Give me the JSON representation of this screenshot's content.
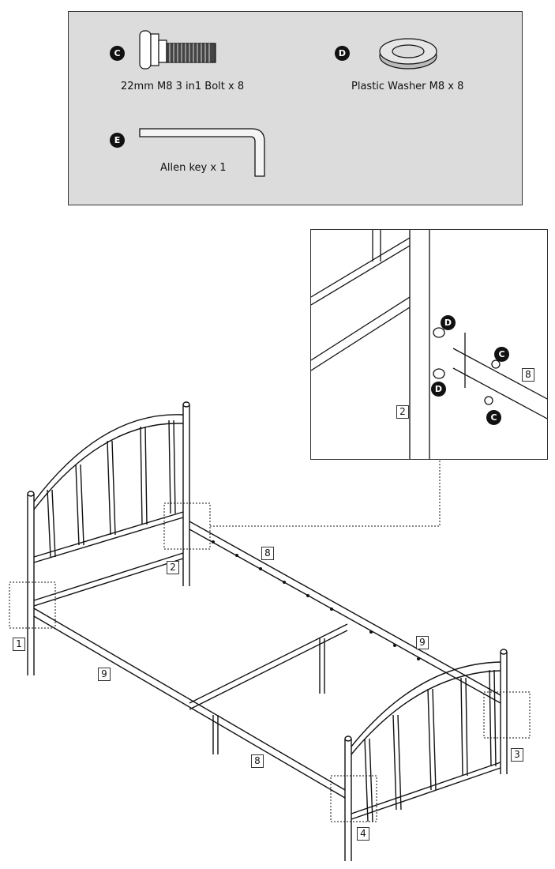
{
  "parts": {
    "c": {
      "letter": "C",
      "label": "22mm M8 3 in1 Bolt x 8",
      "icon": "bolt-icon"
    },
    "d": {
      "letter": "D",
      "label": "Plastic Washer M8 x 8",
      "icon": "washer-icon"
    },
    "e": {
      "letter": "E",
      "label": "Allen key x 1",
      "icon": "allen-key-icon"
    }
  },
  "detail": {
    "labels": {
      "d1": "D",
      "d2": "D",
      "c1": "C",
      "c2": "C",
      "part8": "8",
      "part2": "2"
    }
  },
  "callouts": {
    "n1": "1",
    "n2": "2",
    "n3": "3",
    "n4": "4",
    "n8a": "8",
    "n8b": "8",
    "n9a": "9",
    "n9b": "9"
  },
  "colors": {
    "panel": "#dcdcdc",
    "ink": "#111111"
  }
}
